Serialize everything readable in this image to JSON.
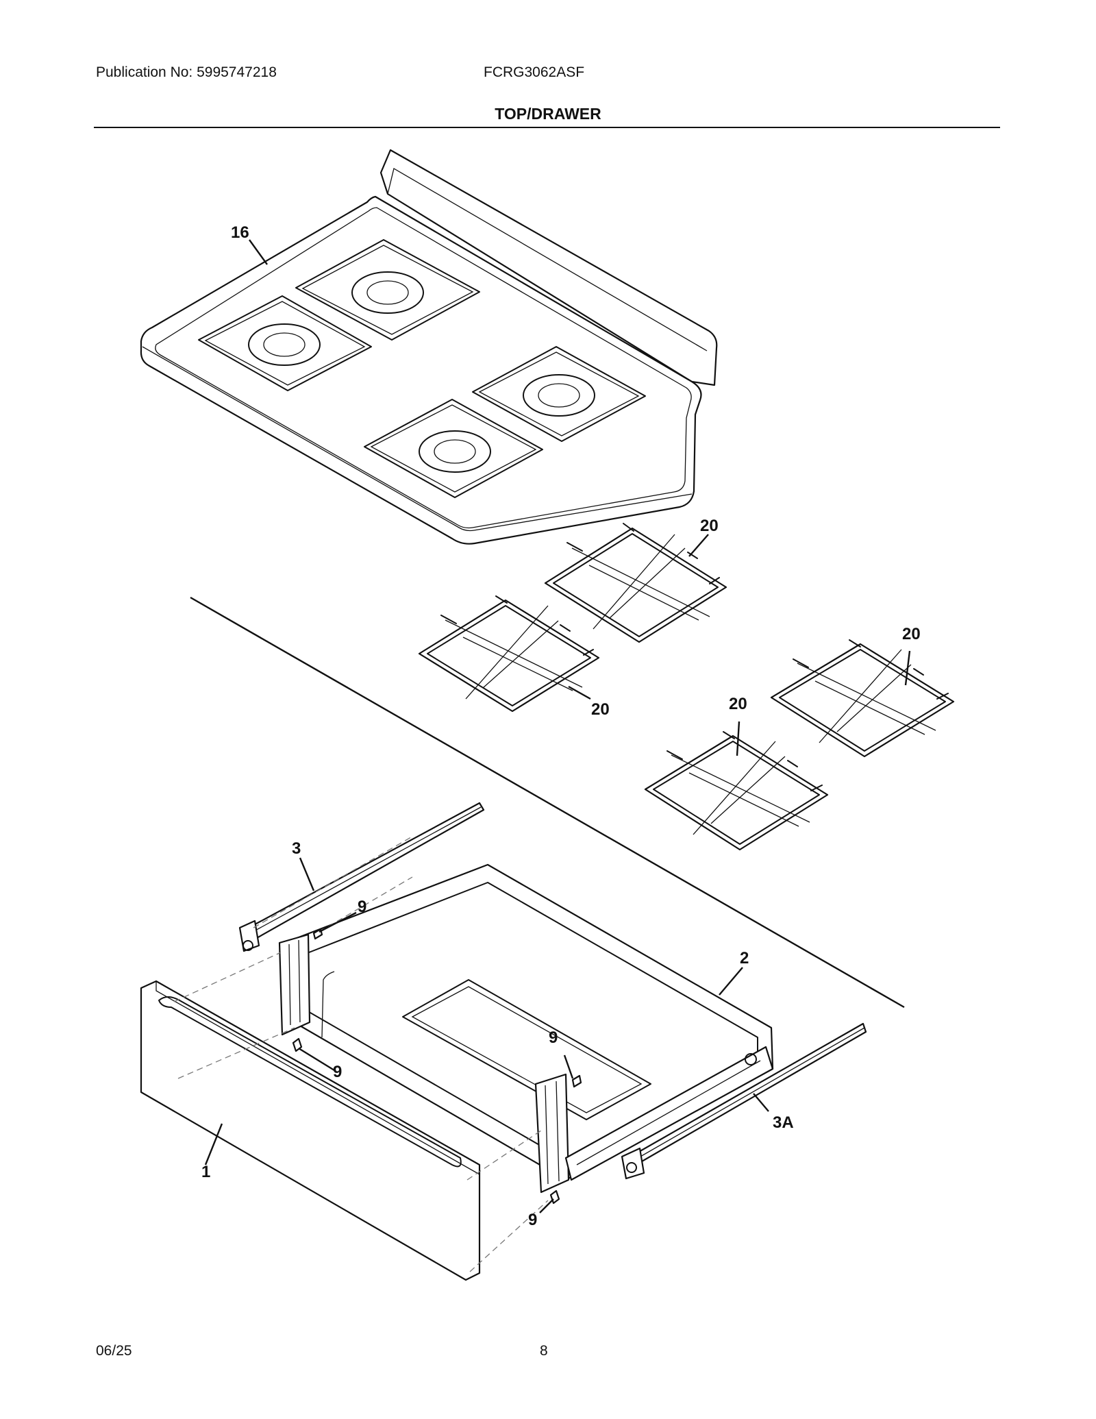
{
  "header": {
    "publication": "Publication No: 5995747218",
    "model": "FCRG3062ASF",
    "section_title": "TOP/DRAWER"
  },
  "footer": {
    "date": "06/25",
    "page_number": "8"
  },
  "callouts": {
    "cooktop": "16",
    "grate_top_center": "20",
    "grate_left_center": "20",
    "grate_far_right": "20",
    "grate_near_right": "20",
    "drawer_glide_left": "3",
    "screw_upper_left": "9",
    "screw_lower_left": "9",
    "screw_center": "9",
    "screw_bottom": "9",
    "drawer_body": "2",
    "drawer_glide_right": "3A",
    "drawer_front_panel": "1"
  }
}
